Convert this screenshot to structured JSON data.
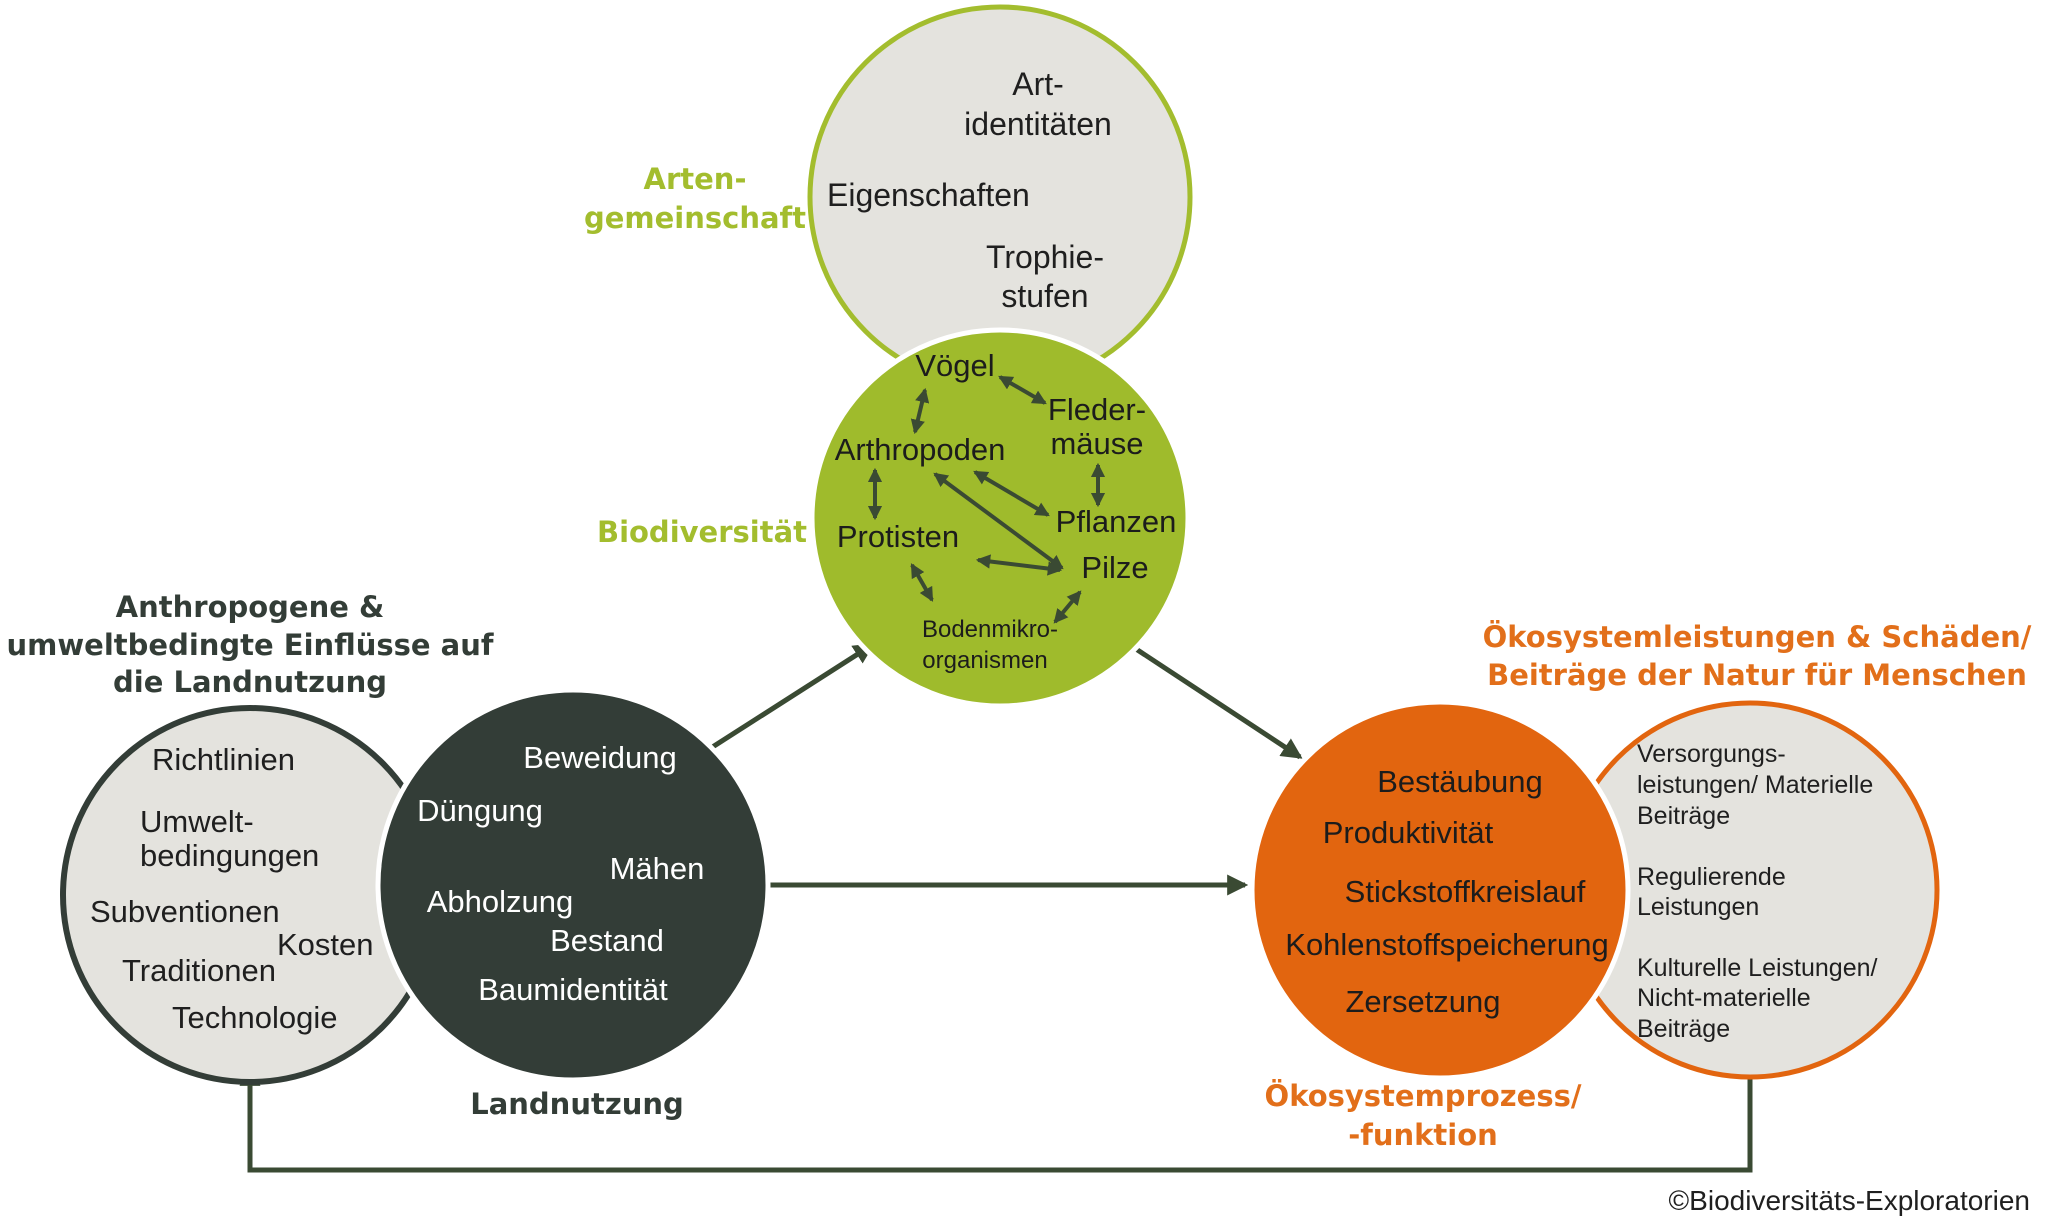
{
  "colors": {
    "green": "#9fbb2c",
    "green_label": "#a3bd2e",
    "dark": "#333d37",
    "orange": "#e2650f",
    "orange_label": "#e26f1a",
    "light_fill": "#e4e3de",
    "arrow": "#3a4a33"
  },
  "artengemeinschaft": {
    "title_line1": "Arten-",
    "title_line2": "gemeinschaft",
    "item_art_line1": "Art-",
    "item_art_line2": "identitäten",
    "item_eigenschaften": "Eigenschaften",
    "item_trophie_line1": "Trophie-",
    "item_trophie_line2": "stufen"
  },
  "biodiversitaet": {
    "title": "Biodiversität",
    "voegel": "Vögel",
    "fleder_line1": "Fleder-",
    "fleder_line2": "mäuse",
    "arthropoden": "Arthropoden",
    "pflanzen": "Pflanzen",
    "protisten": "Protisten",
    "pilze": "Pilze",
    "boden_line1": "Bodenmikro-",
    "boden_line2": "organismen"
  },
  "einfluesse": {
    "title_line1": "Anthropogene &",
    "title_line2": "umweltbedingte Einflüsse auf",
    "title_line3": "die Landnutzung",
    "richtlinien": "Richtlinien",
    "umwelt_line1": "Umwelt-",
    "umwelt_line2": "bedingungen",
    "subventionen": "Subventionen",
    "kosten": "Kosten",
    "traditionen": "Traditionen",
    "technologie": "Technologie"
  },
  "landnutzung": {
    "title": "Landnutzung",
    "beweidung": "Beweidung",
    "duengung": "Düngung",
    "maehen": "Mähen",
    "abholzung": "Abholzung",
    "bestand": "Bestand",
    "baumidentitaet": "Baumidentität"
  },
  "oekosystemprozess": {
    "title_line1": "Ökosystemprozess/",
    "title_line2": "-funktion",
    "bestaeubung": "Bestäubung",
    "produktivitaet": "Produktivität",
    "stickstoff": "Stickstoffkreislauf",
    "kohlenstoff": "Kohlenstoffspeicherung",
    "zersetzung": "Zersetzung"
  },
  "leistungen": {
    "title_line1": "Ökosystemleistungen & Schäden/",
    "title_line2": "Beiträge der Natur für Menschen",
    "versorgung_line1": "Versorgungs-",
    "versorgung_line2": "leistungen/ Materielle",
    "versorgung_line3": "Beiträge",
    "regulierend_line1": "Regulierende",
    "regulierend_line2": "Leistungen",
    "kulturell_line1": "Kulturelle Leistungen/",
    "kulturell_line2": "Nicht-materielle",
    "kulturell_line3": "Beiträge"
  },
  "copyright": "©Biodiversitäts-Exploratorien"
}
